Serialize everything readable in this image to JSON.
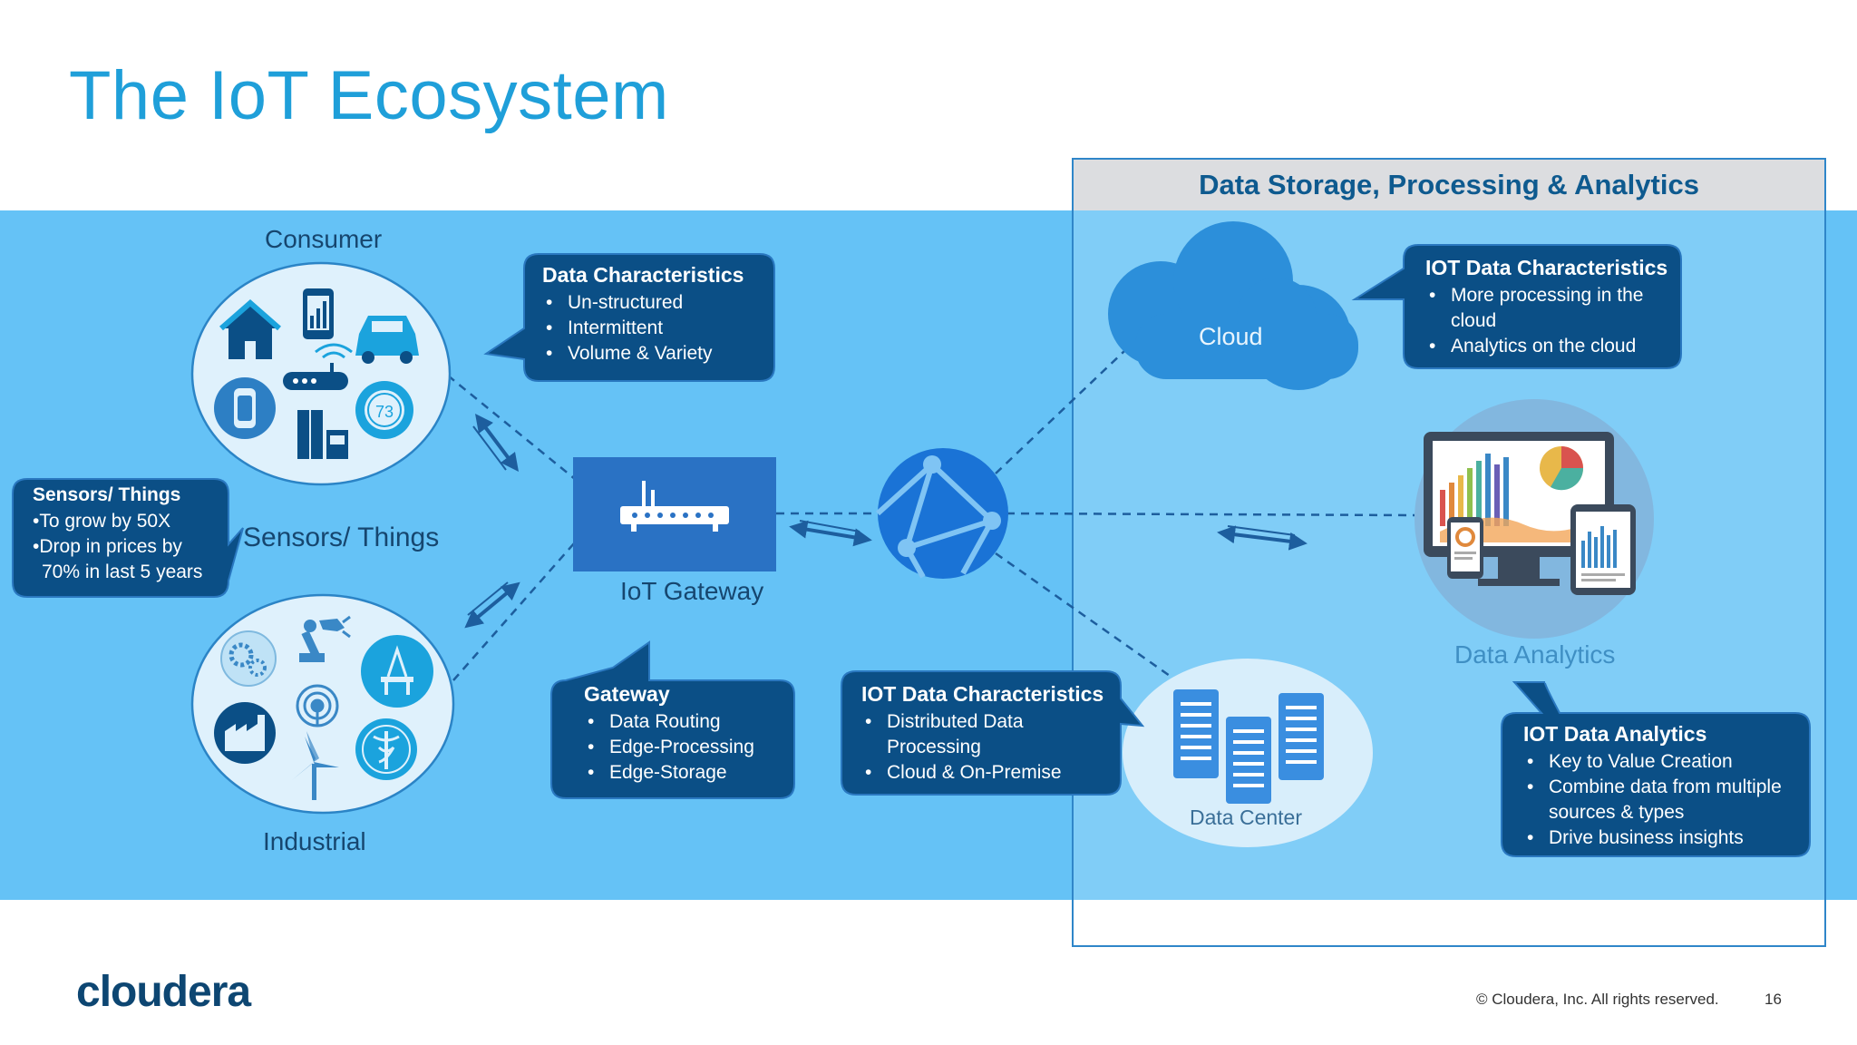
{
  "slide": {
    "title": "The IoT Ecosystem",
    "panel_title": "Data Storage, Processing & Analytics",
    "page_number": "16",
    "copyright": "© Cloudera, Inc. All rights reserved.",
    "brand": "cloudera"
  },
  "labels": {
    "consumer": "Consumer",
    "industrial": "Industrial",
    "sensors_things": "Sensors/ Things",
    "iot_gateway": "IoT Gateway",
    "cloud": "Cloud",
    "data_analytics": "Data Analytics",
    "data_center": "Data Center"
  },
  "callouts": {
    "sensors": {
      "title": "Sensors/ Things",
      "lines": [
        "•To grow by 50X",
        "•Drop in prices by",
        "70% in last 5  years"
      ]
    },
    "data_characteristics": {
      "title": "Data Characteristics",
      "items": [
        "Un-structured",
        "Intermittent",
        "Volume & Variety"
      ]
    },
    "gateway": {
      "title": "Gateway",
      "items": [
        "Data Routing",
        "Edge-Processing",
        "Edge-Storage"
      ]
    },
    "iot_data_characteristics_1": {
      "title": "IOT Data Characteristics",
      "items": [
        "Distributed Data Processing",
        "Cloud & On-Premise"
      ]
    },
    "iot_data_characteristics_2": {
      "title": "IOT Data Characteristics",
      "items": [
        "More processing in the cloud",
        "Analytics on the cloud"
      ]
    },
    "iot_data_analytics": {
      "title": "IOT Data Analytics",
      "items": [
        "Key to Value Creation",
        "Combine data from multiple sources & types",
        "Drive business insights"
      ]
    }
  },
  "icons": {
    "consumer": [
      "home-icon",
      "smartphone-icon",
      "car-icon",
      "router-icon",
      "wifi-icon",
      "smartwatch-icon",
      "refrigerator-icon",
      "thermostat-icon"
    ],
    "industrial": [
      "gears-icon",
      "robot-arm-icon",
      "oil-rig-icon",
      "factory-icon",
      "antenna-icon",
      "wind-turbine-icon",
      "medical-icon"
    ],
    "gateway": "router-device-icon",
    "network": "globe-network-icon",
    "analytics": "dashboard-devices-icon",
    "datacenter": "servers-icon"
  },
  "colors": {
    "title": "#1f9fd9",
    "band": "#65c2f6",
    "callout": "#0b4f86",
    "accent": "#1a73d6"
  }
}
